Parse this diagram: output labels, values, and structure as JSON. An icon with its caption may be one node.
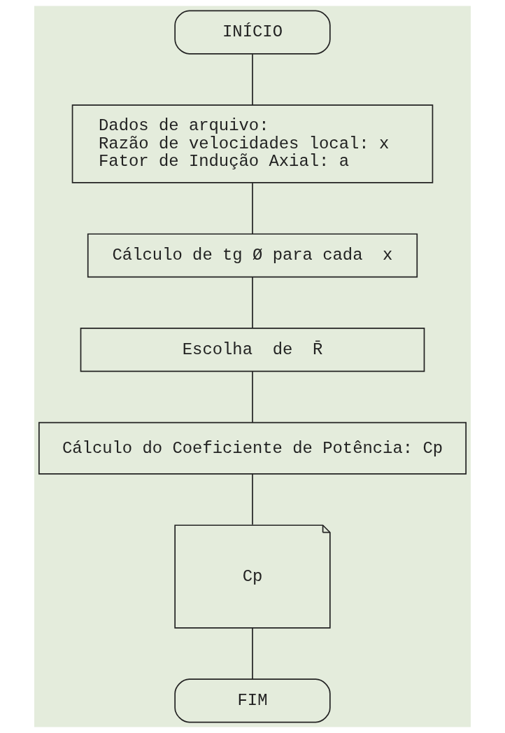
{
  "diagram": {
    "nodes": [
      {
        "text": [
          "INÍCIO"
        ]
      },
      {
        "text": [
          "Dados de arquivo:",
          "Razão de velocidades local: x",
          "Fator de Indução Axial: a"
        ]
      },
      {
        "text": [
          "Cálculo de tg Ø para cada  x"
        ]
      },
      {
        "text": [
          "Escolha  de  R̄"
        ]
      },
      {
        "text": [
          "Cálculo do Coeficiente de Potência: Cp"
        ]
      },
      {
        "text": [
          "Cp"
        ]
      },
      {
        "text": [
          "FIM"
        ]
      }
    ],
    "edges": [
      {
        "from": 0,
        "to": 1,
        "arrow": "none"
      },
      {
        "from": 1,
        "to": 2,
        "arrow": "none"
      },
      {
        "from": 2,
        "to": 3,
        "arrow": "none"
      },
      {
        "from": 3,
        "to": 4,
        "arrow": "none"
      },
      {
        "from": 4,
        "to": 5,
        "arrow": "none"
      },
      {
        "from": 5,
        "to": 6,
        "arrow": "none"
      }
    ]
  }
}
